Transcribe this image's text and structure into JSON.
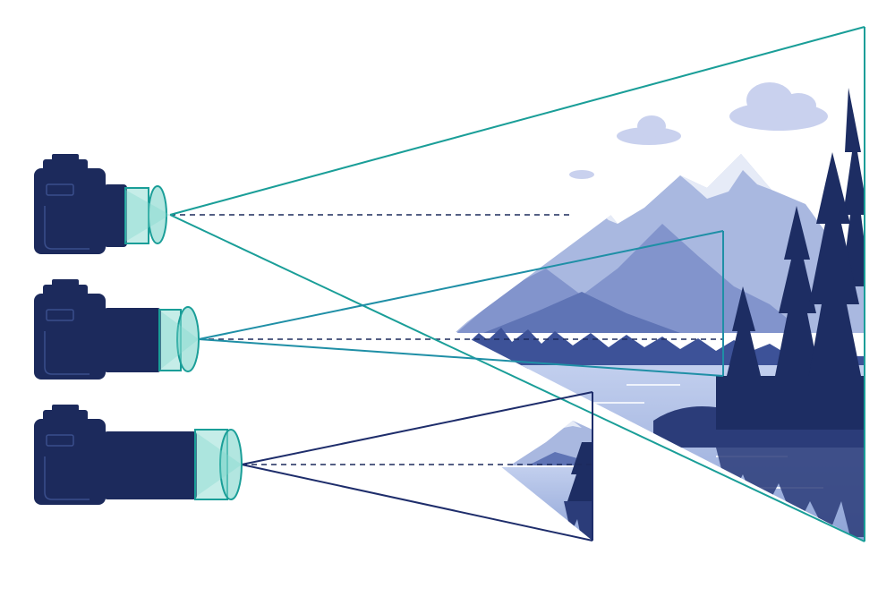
{
  "diagram": {
    "subject": "focal-length-field-of-view",
    "cameras": [
      {
        "id": "wide",
        "lens": "short",
        "frame_size": "large",
        "ray_color": "#1a9e98"
      },
      {
        "id": "normal",
        "lens": "medium",
        "frame_size": "medium",
        "ray_color": "#1f8fa6"
      },
      {
        "id": "telephoto",
        "lens": "long",
        "frame_size": "small",
        "ray_color": "#1e2d6b"
      }
    ],
    "colors": {
      "camera_body": "#1c2a5c",
      "lens_glass": "#7fd6cc",
      "lens_stroke": "#1a9e98",
      "sky_cloud": "#c9d1ee",
      "mountain_far": "#a9b8e0",
      "mountain_mid": "#8294cc",
      "mountain_near": "#5f74b5",
      "snow": "#e6ebf7",
      "forest": "#1d2d63",
      "water": "#9cb0dd",
      "optical_axis": "#1c2a5c"
    },
    "icons": [
      "camera-icon",
      "lens-icon",
      "cloud-icon",
      "mountain-icon",
      "tree-icon"
    ]
  }
}
